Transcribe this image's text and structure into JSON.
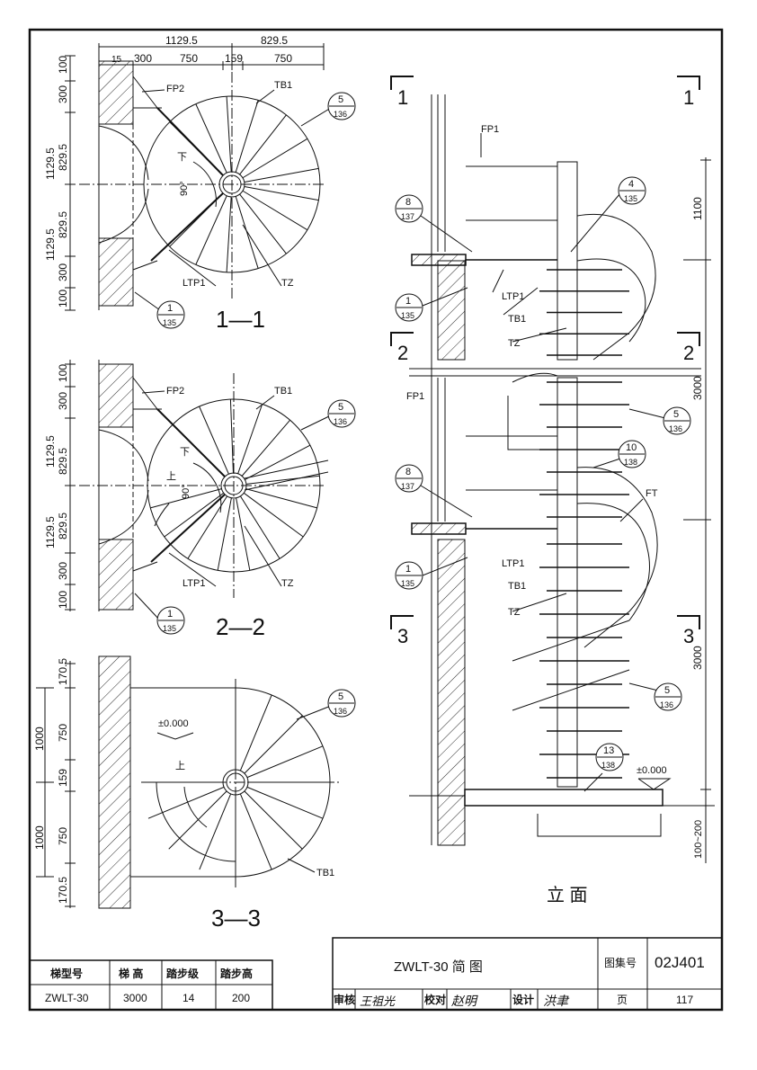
{
  "plan_1": {
    "top_dims": [
      "1129.5",
      "829.5"
    ],
    "sub_dims": [
      "15",
      "300",
      "750",
      "159",
      "750"
    ],
    "left_dims": [
      "100",
      "300",
      "1129.5",
      "829.5",
      "829.5",
      "1129.5",
      "300",
      "100"
    ],
    "labels": {
      "fp": "FP2",
      "tb": "TB1",
      "ltp": "LTP1",
      "tz": "TZ",
      "down": "下",
      "angle": "90°"
    },
    "refs": [
      {
        "num": "5",
        "den": "136"
      },
      {
        "num": "1",
        "den": "135"
      }
    ],
    "title": "1—1"
  },
  "plan_2": {
    "left_dims": [
      "100",
      "300",
      "1129.5",
      "829.5",
      "829.5",
      "1129.5",
      "300",
      "100"
    ],
    "labels": {
      "fp": "FP2",
      "tb": "TB1",
      "ltp": "LTP1",
      "tz": "TZ",
      "down": "下",
      "up": "上",
      "angle": "90°"
    },
    "refs": [
      {
        "num": "5",
        "den": "136"
      },
      {
        "num": "1",
        "den": "135"
      }
    ],
    "title": "2—2"
  },
  "plan_3": {
    "left_dims": [
      "170.5",
      "750",
      "1000",
      "159",
      "750",
      "1000",
      "170.5"
    ],
    "labels": {
      "elev": "±0.000",
      "up": "上",
      "tb": "TB1"
    },
    "refs": [
      {
        "num": "5",
        "den": "136"
      }
    ],
    "title": "3—3"
  },
  "elevation": {
    "cut_marks": [
      "1",
      "1",
      "2",
      "2",
      "3",
      "3"
    ],
    "labels": {
      "fp1_top": "FP1",
      "fp1_mid": "FP1",
      "ltp1_a": "LTP1",
      "tb1_a": "TB1",
      "tz_a": "TZ",
      "ltp1_b": "LTP1",
      "tb1_b": "TB1",
      "tz_b": "TZ",
      "ft": "FT",
      "elev": "±0.000"
    },
    "right_dims": [
      "1100",
      "3000",
      "3000",
      "100~200"
    ],
    "refs": [
      {
        "num": "4",
        "den": "135"
      },
      {
        "num": "8",
        "den": "137"
      },
      {
        "num": "1",
        "den": "135"
      },
      {
        "num": "5",
        "den": "136"
      },
      {
        "num": "10",
        "den": "138"
      },
      {
        "num": "8",
        "den": "137"
      },
      {
        "num": "1",
        "den": "135"
      },
      {
        "num": "5",
        "den": "136"
      },
      {
        "num": "13",
        "den": "138"
      }
    ],
    "title": "立 面"
  },
  "spec_table": {
    "headers": [
      "梯型号",
      "梯 高",
      "踏步级",
      "踏步高"
    ],
    "row": [
      "ZWLT-30",
      "3000",
      "14",
      "200"
    ]
  },
  "title_block": {
    "title": "ZWLT-30  简  图",
    "atlas_label": "图集号",
    "atlas_no": "02J401",
    "review_label": "审核",
    "check_label": "校对",
    "design_label": "设计",
    "page_label": "页",
    "page_no": "117",
    "sig_review": "王祖光",
    "sig_check": "赵明",
    "sig_design": "洪聿"
  }
}
